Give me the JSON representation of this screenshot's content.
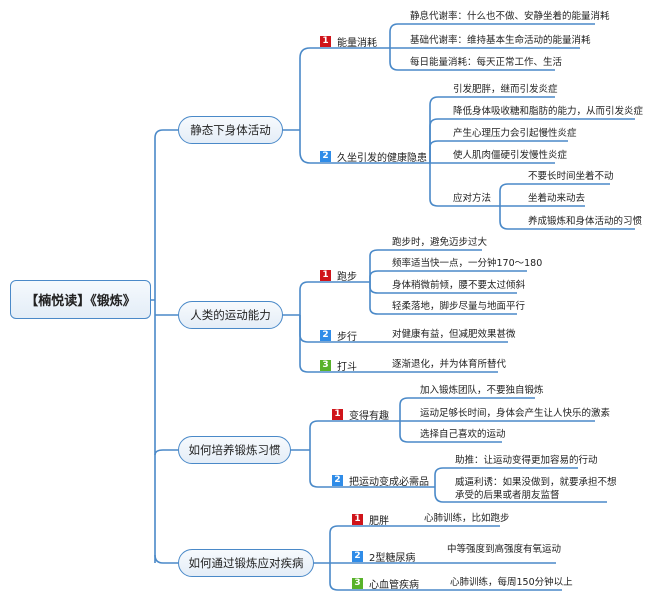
{
  "colors": {
    "line": "#4a89c8",
    "badge_1": "#d0141a",
    "badge_2": "#2f8ce8",
    "badge_3": "#58b22a"
  },
  "root": {
    "label": "【楠悦读】《锻炼》"
  },
  "branches": [
    {
      "label": "静态下身体活动",
      "children": [
        {
          "badge": "1",
          "badge_color": "red",
          "label": "能量消耗",
          "items": [
            "静息代谢率：什么也不做、安静坐着的能量消耗",
            "基础代谢率：维持基本生命活动的能量消耗",
            "每日能量消耗：每天正常工作、生活"
          ]
        },
        {
          "badge": "2",
          "badge_color": "blue",
          "label": "久坐引发的健康隐患",
          "items": [
            "引发肥胖，继而引发炎症",
            "降低身体吸收糖和脂肪的能力，从而引发炎症",
            "产生心理压力会引起慢性炎症",
            "使人肌肉僵硬引发慢性炎症"
          ],
          "sub_branch": {
            "label": "应对方法",
            "items": [
              "不要长时间坐着不动",
              "坐着动来动去",
              "养成锻炼和身体活动的习惯"
            ]
          }
        }
      ]
    },
    {
      "label": "人类的运动能力",
      "children": [
        {
          "badge": "1",
          "badge_color": "red",
          "label": "跑步",
          "items": [
            "跑步时，避免迈步过大",
            "频率适当快一点，一分钟170～180",
            "身体稍微前倾，腰不要太过倾斜",
            "轻柔落地，脚步尽量与地面平行"
          ]
        },
        {
          "badge": "2",
          "badge_color": "blue",
          "label": "步行",
          "items": [
            "对健康有益，但减肥效果甚微"
          ]
        },
        {
          "badge": "3",
          "badge_color": "green",
          "label": "打斗",
          "items": [
            "逐渐退化，并为体育所替代"
          ]
        }
      ]
    },
    {
      "label": "如何培养锻炼习惯",
      "children": [
        {
          "badge": "1",
          "badge_color": "red",
          "label": "变得有趣",
          "items": [
            "加入锻炼团队，不要独自锻炼",
            "运动足够长时间，身体会产生让人快乐的激素",
            "选择自己喜欢的运动"
          ]
        },
        {
          "badge": "2",
          "badge_color": "blue",
          "label": "把运动变成必需品",
          "items": [
            "助推：让运动变得更加容易的行动",
            "威逼利诱：如果没做到，就要承担不想",
            "承受的后果或者朋友监督"
          ]
        }
      ]
    },
    {
      "label": "如何通过锻炼应对疾病",
      "children": [
        {
          "badge": "1",
          "badge_color": "red",
          "label": "肥胖",
          "items": [
            "心肺训练，比如跑步"
          ]
        },
        {
          "badge": "2",
          "badge_color": "blue",
          "label": "2型糖尿病",
          "items": [
            "中等强度到高强度有氧运动"
          ]
        },
        {
          "badge": "3",
          "badge_color": "green",
          "label": "心血管疾病",
          "items": [
            "心肺训练，每周150分钟以上"
          ]
        }
      ]
    }
  ]
}
